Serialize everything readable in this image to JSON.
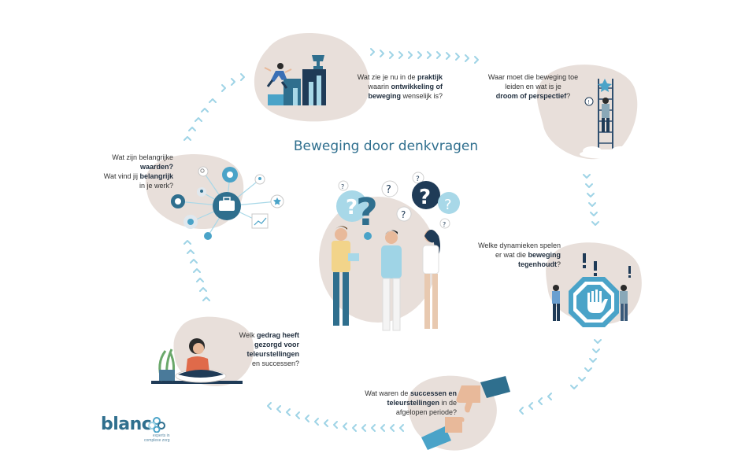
{
  "title": "Beweging door denkvragen",
  "questions": {
    "praktijk": {
      "line1_a": "Wat zie je nu in de ",
      "line1_b": "praktijk",
      "line2_a": "waarin ",
      "line2_b": "ontwikkeling of",
      "line3_a": "beweging",
      "line3_b": " wenselijk is?"
    },
    "perspectief": {
      "line1": "Waar moet die beweging toe",
      "line2": "leiden en wat is je",
      "line3_b": "droom of perspectief",
      "line3_c": "?"
    },
    "dynamieken": {
      "line1": "Welke dynamieken spelen",
      "line2_a": "er wat die ",
      "line2_b": "beweging",
      "line3_b": "tegenhoudt",
      "line3_c": "?"
    },
    "successen": {
      "line1_a": "Wat waren de ",
      "line1_b": "successen en",
      "line2_b": "teleurstellingen",
      "line2_c": " in de",
      "line3": "afgelopen periode?"
    },
    "gedrag": {
      "line1_a": "Welk ",
      "line1_b": "gedrag heeft",
      "line2_b": "gezorgd voor",
      "line3_b": "teleurstellingen",
      "line4": "en successen?"
    },
    "waarden": {
      "line1": "Wat zijn belangrijke",
      "line2_b": "waarden?",
      "line3_a": "Wat vind jij ",
      "line3_b": "belangrijk",
      "line4": "in je werk?"
    }
  },
  "logo": {
    "name": "blanc",
    "tag1": "experts in",
    "tag2": "complexe zorg"
  },
  "colors": {
    "blob": "#e8dfda",
    "teal": "#2f6f8e",
    "light_blue": "#a8d8e8",
    "arrow": "#9fd4e6",
    "dark": "#1f3b57"
  }
}
